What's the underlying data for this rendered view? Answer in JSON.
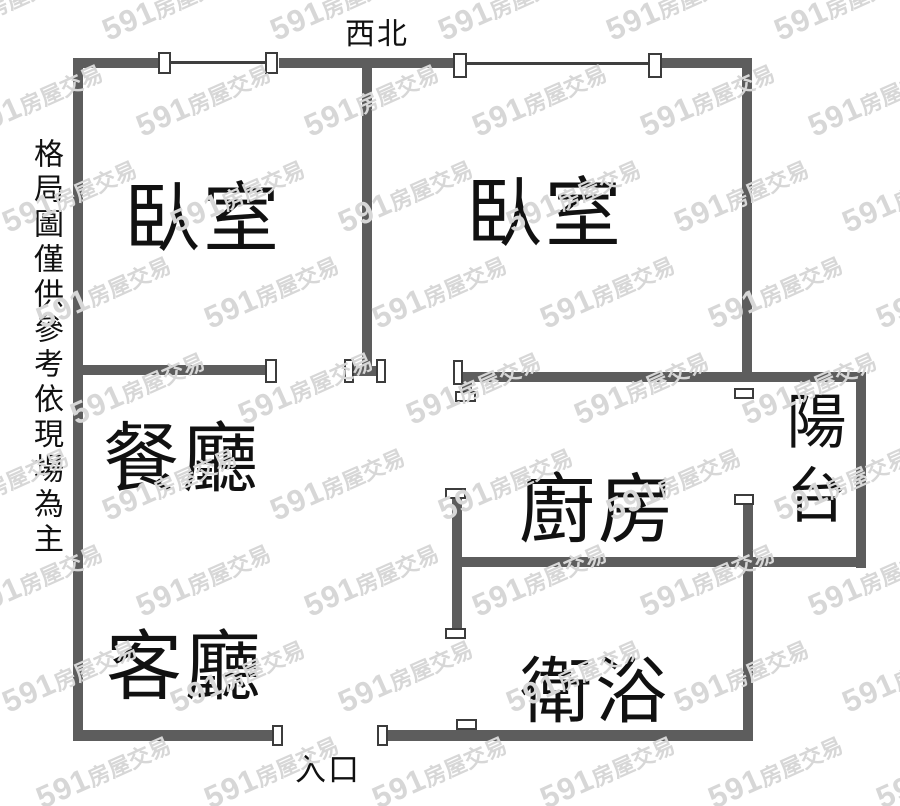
{
  "compass": {
    "label": "西北"
  },
  "entrance": {
    "label": "入口"
  },
  "disclaimer": {
    "text": "格局圖僅供參考依現場為主"
  },
  "watermark": {
    "prefix": "591",
    "suffix": "房屋交易"
  },
  "rooms": {
    "bedroom1": {
      "label": "臥室"
    },
    "bedroom2": {
      "label": "臥室"
    },
    "dining": {
      "label": "餐廳"
    },
    "living": {
      "label": "客廳"
    },
    "kitchen": {
      "label": "廚房"
    },
    "bathroom": {
      "label": "衛浴"
    },
    "balcony": {
      "label": "陽台"
    }
  },
  "colors": {
    "wall": "#5d5d5d",
    "text": "#111111",
    "watermark": "#d7d7d7",
    "background": "#ffffff"
  }
}
